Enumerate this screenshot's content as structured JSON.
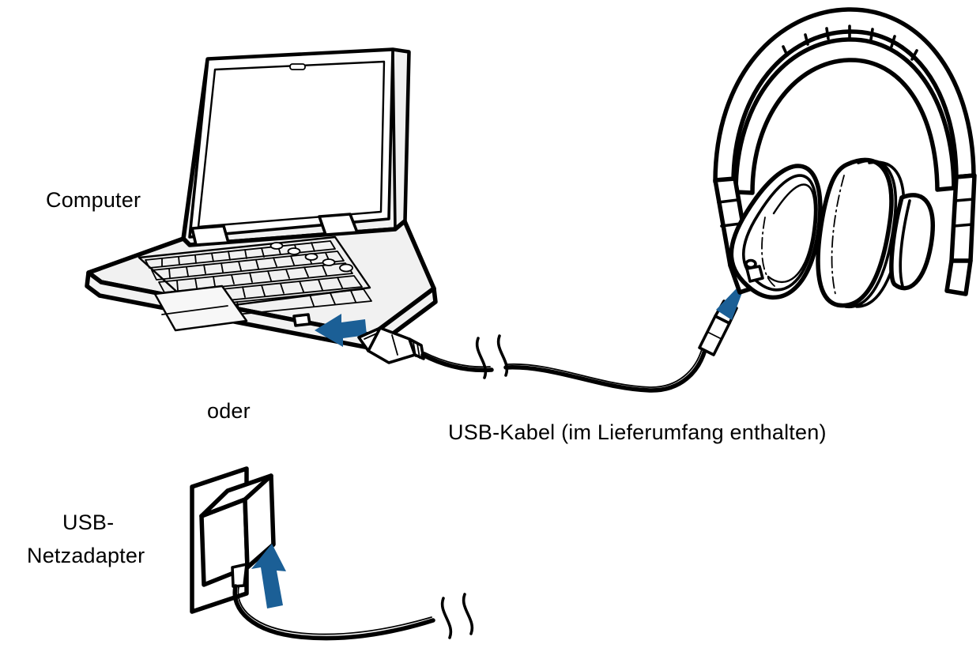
{
  "diagram": {
    "title": "USB charging connection diagram",
    "background_color": "#ffffff",
    "ink_color": "#000000",
    "accent_color": "#1b5f96",
    "labels": {
      "computer": "Computer",
      "oder": "oder",
      "usb_cable": "USB-Kabel (im Lieferumfang enthalten)",
      "adapter_line1": "USB-",
      "adapter_line2": "Netzadapter"
    },
    "objects": {
      "laptop": {
        "name": "Computer",
        "screen_gradient_from": "#ffffff",
        "screen_gradient_to": "#7d9cc4",
        "body_color": "#f1f1f1",
        "port": "USB-A port on right side"
      },
      "headphones": {
        "name": "Over-ear headphones",
        "body_color": "#ffffff",
        "jack": "micro-USB jack on left earcup"
      },
      "usb_cable": {
        "connector_a": "USB-A plug",
        "connector_b": "micro-USB plug",
        "break_symbol": "cable length break marks"
      },
      "power_adapter": {
        "name": "USB-Netzadapter",
        "shape": "cube plugged into wall outlet plate",
        "break_symbol": "cable length break marks"
      }
    },
    "arrows": [
      {
        "name": "arrow-to-laptop-port",
        "direction": "left",
        "color": "#1b5f96"
      },
      {
        "name": "arrow-to-headphone-jack",
        "direction": "up-right",
        "color": "#1b5f96"
      },
      {
        "name": "arrow-to-adapter",
        "direction": "up",
        "color": "#1b5f96"
      }
    ]
  }
}
